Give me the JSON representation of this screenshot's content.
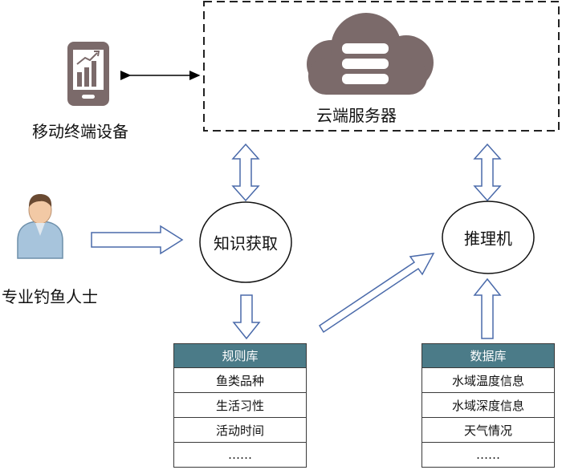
{
  "cloud_server": {
    "label": "云端服务器",
    "icon": "cloud-server-icon"
  },
  "mobile_device": {
    "label": "移动终端设备",
    "icon": "mobile-chart-icon"
  },
  "fishing_expert": {
    "label": "专业钓鱼人士",
    "icon": "person-icon"
  },
  "knowledge_acquisition": {
    "label": "知识获取"
  },
  "inference_engine": {
    "label": "推理机"
  },
  "rule_base": {
    "header": "规则库",
    "rows": [
      "鱼类品种",
      "生活习性",
      "活动时间",
      "……"
    ]
  },
  "database": {
    "header": "数据库",
    "rows": [
      "水域温度信息",
      "水域深度信息",
      "天气情况",
      "……"
    ]
  },
  "colors": {
    "cloud": "#7b6a6a",
    "arrow_stroke": "#4a6aaa",
    "table_header": "#4b7b88"
  }
}
